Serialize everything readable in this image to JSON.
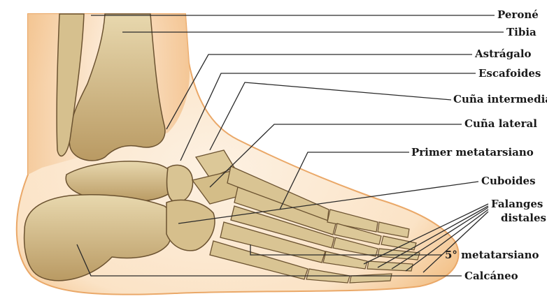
{
  "diagram": {
    "labels": {
      "perone": "Peroné",
      "tibia": "Tibia",
      "astragalo": "Astrágalo",
      "escafoides": "Escafoides",
      "cuna_intermedia": "Cuña intermedia",
      "cuna_lateral": "Cuña lateral",
      "primer_metatarsiano": "Primer metatarsiano",
      "cuboides": "Cuboides",
      "falanges_line1": "Falanges",
      "falanges_line2": "distales",
      "quinto_metatarsiano": "5° metatarsiano",
      "calcaneo": "Calcáneo"
    },
    "colors": {
      "bone": "#d9c493",
      "bone_shade": "#a88a55",
      "bone_dark": "#5e4726",
      "skin": "#f2c490",
      "skin_light": "#fbe6cc",
      "leader_line": "#2a2a2a"
    }
  }
}
